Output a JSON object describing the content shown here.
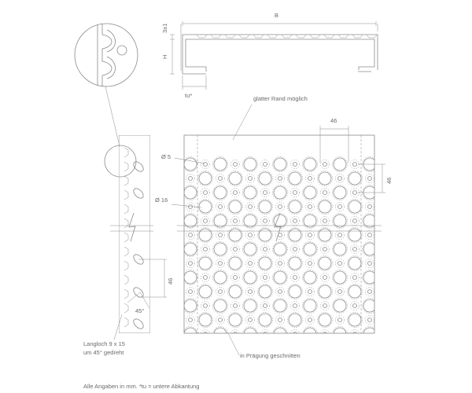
{
  "labels": {
    "width_b": "B",
    "thickness": "3±1",
    "height_h": "H",
    "tu": "tu*",
    "smooth_edge": "glatter Rand möglich",
    "hole_small": "Ø 5",
    "hole_large": "Ø 16",
    "pitch_top": "46",
    "pitch_right": "46",
    "pitch_side": "46",
    "angle": "45°",
    "slot_line1": "Langloch 9 x 15",
    "slot_line2": "um 45° gedreht",
    "cut_in_embossing": "in Prägung geschnitten",
    "footnote": "Alle Angaben in mm. *tu = untere Abkantung"
  }
}
